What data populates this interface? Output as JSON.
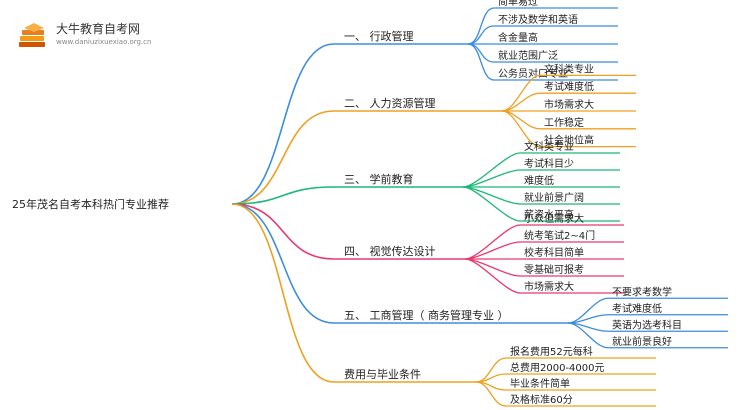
{
  "watermark": {
    "title": "大牛教育自考网",
    "url": "www.daniuzixuexiao.org.cn"
  },
  "root": {
    "label": "25年茂名自考本科热门专业推荐"
  },
  "branches": [
    {
      "label": "一、 行政管理",
      "color": "#3b8de0",
      "leaves": [
        "简单易过",
        "不涉及数学和英语",
        "含金量高",
        "就业范围广泛",
        "公务员对口专业"
      ]
    },
    {
      "label": "二、 人力资源管理",
      "color": "#f0a020",
      "leaves": [
        "文科类专业",
        "考试难度低",
        "市场需求大",
        "工作稳定",
        "社会地位高"
      ]
    },
    {
      "label": "三、 学前教育",
      "color": "#1cb876",
      "leaves": [
        "文科类专业",
        "考试科目少",
        "难度低",
        "就业前景广阔",
        "薪资水平高"
      ]
    },
    {
      "label": "四、 视觉传达设计",
      "color": "#e83a70",
      "leaves": [
        "小众但需求大",
        "统考笔试2~4门",
        "校考科目简单",
        "零基础可报考",
        "市场需求大"
      ]
    },
    {
      "label": "五、 工商管理（ 商务管理专业 ）",
      "color": "#3b8de0",
      "leaves": [
        "不要求考数学",
        "考试难度低",
        "英语为选考科目",
        "就业前景良好"
      ]
    },
    {
      "label": "费用与毕业条件",
      "color": "#f0a020",
      "leaves": [
        "报名费用52元每科",
        "总费用2000-4000元",
        "毕业条件简单",
        "及格标准60分"
      ]
    }
  ]
}
